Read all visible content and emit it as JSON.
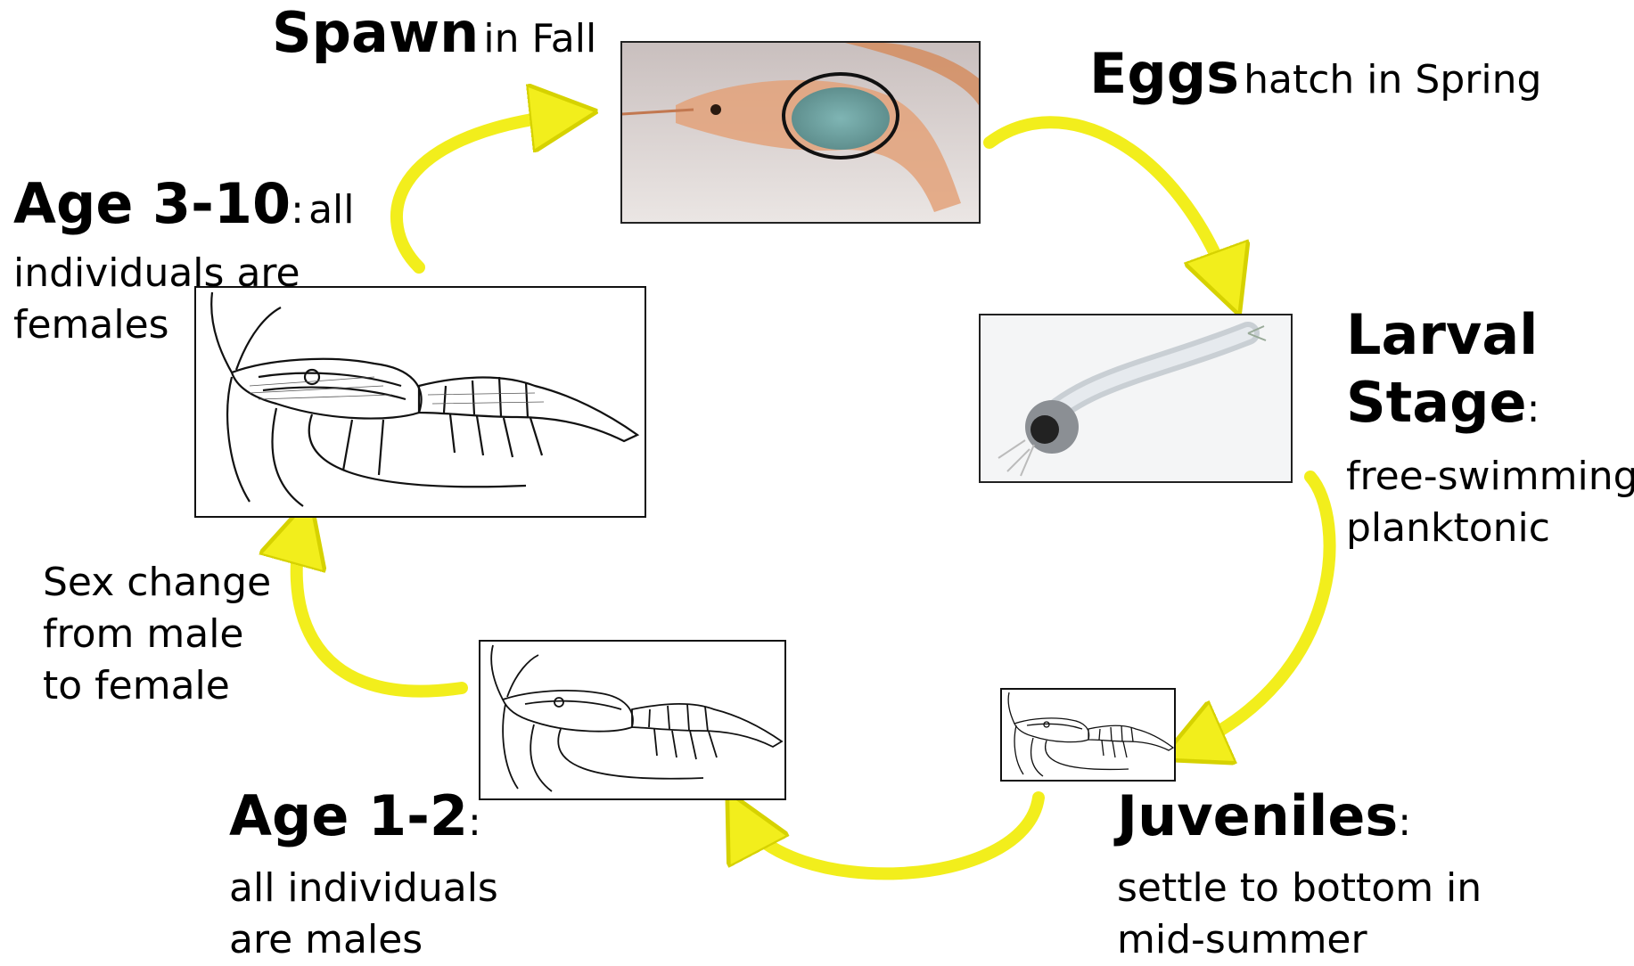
{
  "stages": {
    "spawn": {
      "title": "Spawn",
      "subtitle": "in Fall"
    },
    "eggs": {
      "title": "Eggs",
      "subtitle": "hatch in Spring"
    },
    "larval": {
      "title_line1": "Larval",
      "title_line2": "Stage",
      "colon": ":",
      "desc_line1": "free-swimming,",
      "desc_line2": "planktonic"
    },
    "juveniles": {
      "title": "Juveniles",
      "colon": ":",
      "desc_line1": "settle to bottom in",
      "desc_line2": "mid-summer"
    },
    "age12": {
      "title": "Age 1-2",
      "colon": ":",
      "desc_line1": "all individuals",
      "desc_line2": "are males"
    },
    "age310": {
      "title": "Age 3-10",
      "colon": ":",
      "desc_inline": "all",
      "desc_line1": "individuals are",
      "desc_line2": "females"
    },
    "sex_change": {
      "line1": "Sex change",
      "line2": "from male",
      "line3": "to female"
    }
  },
  "colors": {
    "arrow": "#f2ee1c",
    "arrow_edge": "#d6d200",
    "frame": "#222222",
    "egg_circle": "#111111"
  },
  "icons": {
    "spawn_photo": "shrimp-with-eggs-photo",
    "larva_photo": "larva-photo",
    "adult_drawing": "shrimp-drawing",
    "male_drawing": "shrimp-drawing",
    "juvenile_drawing": "shrimp-drawing"
  }
}
